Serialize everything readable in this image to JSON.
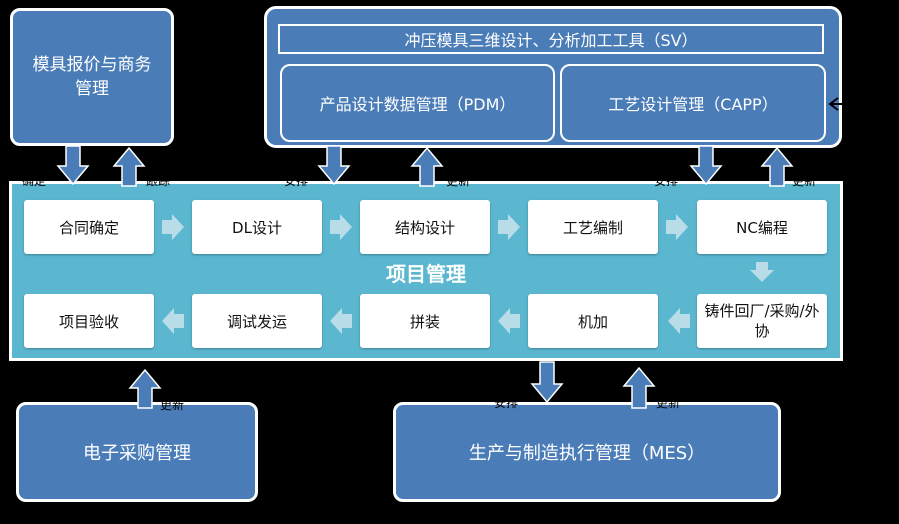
{
  "left_top_box": "模具报价与商务管理",
  "sv": {
    "title": "冲压模具三维设计、分析加工工具（SV）",
    "pdm": "产品设计数据管理（PDM）",
    "capp": "工艺设计管理（CAPP）"
  },
  "project": {
    "title": "项目管理",
    "row1": [
      "合同确定",
      "DL设计",
      "结构设计",
      "工艺编制",
      "NC编程"
    ],
    "row2": [
      "项目验收",
      "调试发运",
      "拼装",
      "机加",
      "铸件回厂/采购/外协"
    ]
  },
  "bottom": {
    "purchase": "电子采购管理",
    "mes": "生产与制造执行管理（MES）"
  },
  "labels": {
    "confirm": "确定",
    "track": "跟踪",
    "arrange1": "安排",
    "update1": "更新",
    "arrange2": "安排",
    "update2": "更新",
    "update3": "更新",
    "arrange3": "安排",
    "update4": "更新"
  },
  "colors": {
    "box_blue": "#4A7DB8",
    "project_bg": "#5BB7D0",
    "arrow_fill": "#4A7DB8",
    "flow_arrow": "#B8DCE8"
  }
}
